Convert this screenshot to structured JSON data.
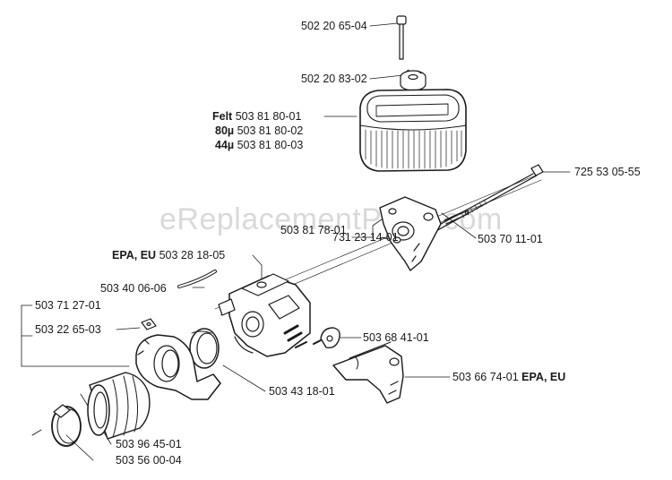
{
  "watermark": "eReplacementParts.com",
  "callouts": {
    "screw_top": "502 20 65-04",
    "nut_top": "502 20 83-02",
    "filter_felt_prefix": "Felt",
    "filter_felt_part": "503 81 80-01",
    "filter_80_prefix": "80µ",
    "filter_80_part": "503 81 80-02",
    "filter_44_prefix": "44µ",
    "filter_44_part": "503 81 80-03",
    "long_bolt": "725 53 05-55",
    "carb_base": "503 81 78-01",
    "washer": "731 23 14-01",
    "sleeve": "503 70 11-01",
    "carburetor_prefix": "EPA, EU",
    "carburetor_part": "503 28 18-05",
    "fuel_hose": "503 40 06-06",
    "kit_group": "503 71 27-01",
    "clip": "503 22 65-03",
    "lever": "503 68 41-01",
    "choke_part": "503 66 74-01",
    "choke_suffix": "EPA, EU",
    "gasket_ring": "503 43 18-01",
    "intake_boot": "503 96 45-01",
    "hose_clamp": "503 56 00-04"
  }
}
